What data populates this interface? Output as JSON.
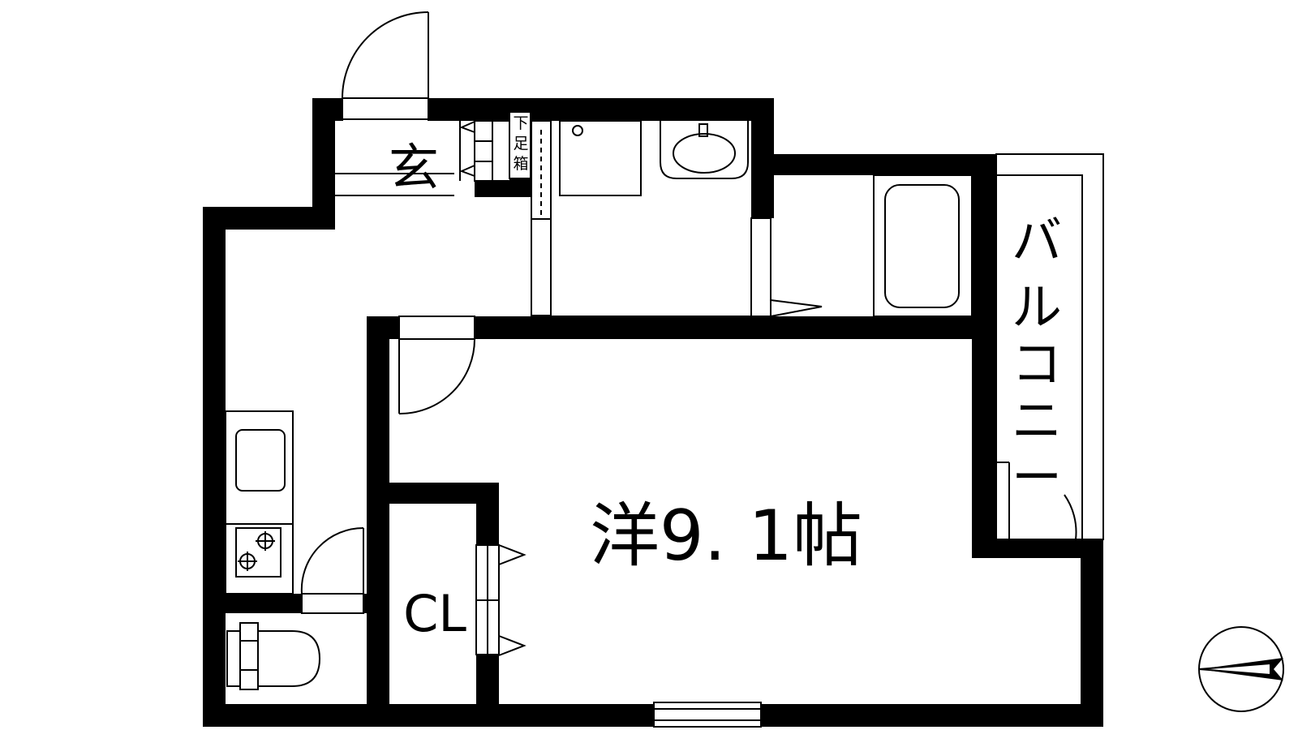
{
  "labels": {
    "entrance": "玄",
    "shoe_box_chars": [
      "下",
      "足",
      "箱"
    ],
    "main_room": "洋9. 1帖",
    "closet": "CL",
    "balcony_chars": [
      "バ",
      "ル",
      "コ",
      "ニ",
      "ー"
    ]
  },
  "compass": {
    "pointer_direction": "left"
  }
}
